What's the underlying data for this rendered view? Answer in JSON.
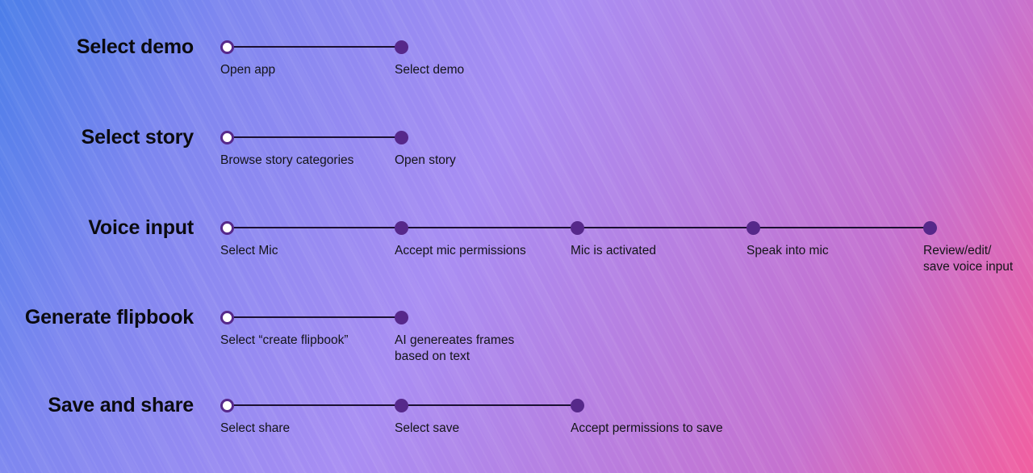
{
  "colors": {
    "accent_dot": "#56288a",
    "line": "#1b1031",
    "title_text": "#0b0b10",
    "step_text": "#141419",
    "bg_gradient": [
      "#4c7ee9",
      "#7e87f0",
      "#a98ef3",
      "#c572d0",
      "#f25fa0"
    ],
    "open_marker_fill": "#ffffff"
  },
  "flows": [
    {
      "title": "Select demo",
      "steps": [
        {
          "label": "Open app",
          "marker": "open-circle"
        },
        {
          "label": "Select demo",
          "marker": "filled-dot"
        }
      ]
    },
    {
      "title": "Select story",
      "steps": [
        {
          "label": "Browse story categories",
          "marker": "open-circle"
        },
        {
          "label": "Open story",
          "marker": "filled-dot"
        }
      ]
    },
    {
      "title": "Voice input",
      "steps": [
        {
          "label": "Select Mic",
          "marker": "open-circle"
        },
        {
          "label": "Accept mic permissions",
          "marker": "filled-dot"
        },
        {
          "label": "Mic is activated",
          "marker": "filled-dot"
        },
        {
          "label": "Speak into mic",
          "marker": "filled-dot"
        },
        {
          "label": "Review/edit/\nsave voice input",
          "marker": "filled-dot"
        }
      ]
    },
    {
      "title": "Generate flipbook",
      "steps": [
        {
          "label": "Select “create flipbook”",
          "marker": "open-circle"
        },
        {
          "label": "AI genereates frames\nbased on text",
          "marker": "filled-dot"
        }
      ]
    },
    {
      "title": "Save and share",
      "steps": [
        {
          "label": "Select share",
          "marker": "open-circle"
        },
        {
          "label": "Select save",
          "marker": "filled-dot"
        },
        {
          "label": "Accept permissions to save",
          "marker": "filled-dot"
        }
      ]
    }
  ]
}
